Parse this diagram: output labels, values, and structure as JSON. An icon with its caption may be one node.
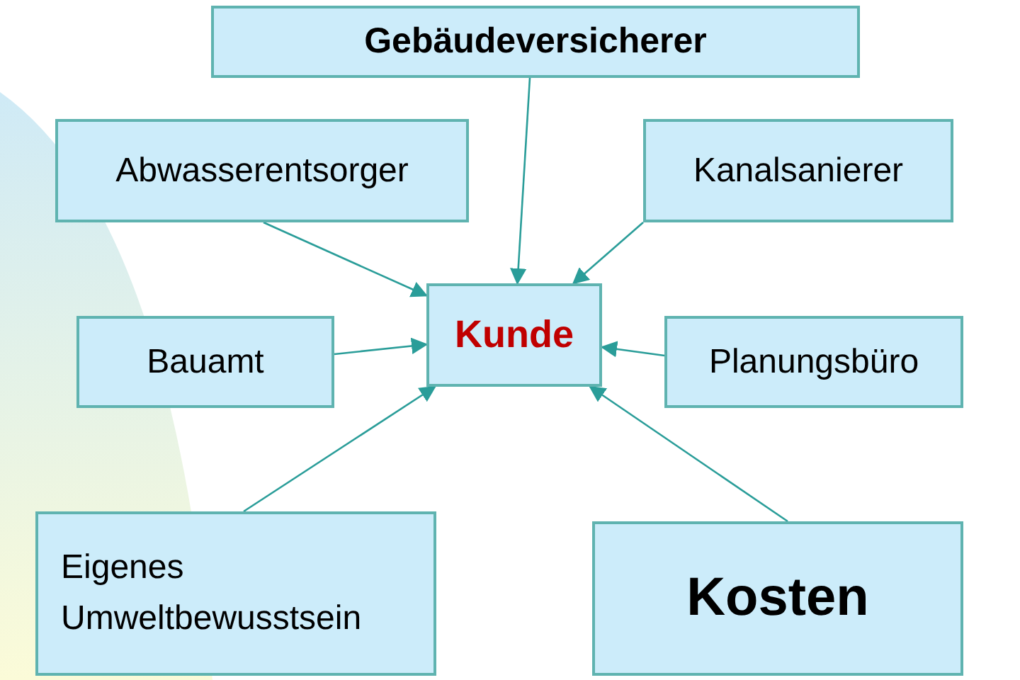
{
  "diagram": {
    "nodes": [
      {
        "text": [
          "Gebäudeversicherer"
        ]
      },
      {
        "text": [
          "Abwasserentsorger"
        ]
      },
      {
        "text": [
          "Kanalsanierer"
        ]
      },
      {
        "text": [
          "Kunde"
        ]
      },
      {
        "text": [
          "Bauamt"
        ]
      },
      {
        "text": [
          "Planungsbüro"
        ]
      },
      {
        "text": [
          "Eigenes Umweltbewusstsein"
        ]
      },
      {
        "text": [
          "Kosten"
        ]
      }
    ],
    "edges": [
      {
        "from": 0,
        "to": 3,
        "arrow": "to"
      },
      {
        "from": 1,
        "to": 3,
        "arrow": "to"
      },
      {
        "from": 2,
        "to": 3,
        "arrow": "to"
      },
      {
        "from": 4,
        "to": 3,
        "arrow": "to"
      },
      {
        "from": 5,
        "to": 3,
        "arrow": "to"
      },
      {
        "from": 6,
        "to": 3,
        "arrow": "to"
      },
      {
        "from": 7,
        "to": 3,
        "arrow": "to"
      }
    ]
  }
}
